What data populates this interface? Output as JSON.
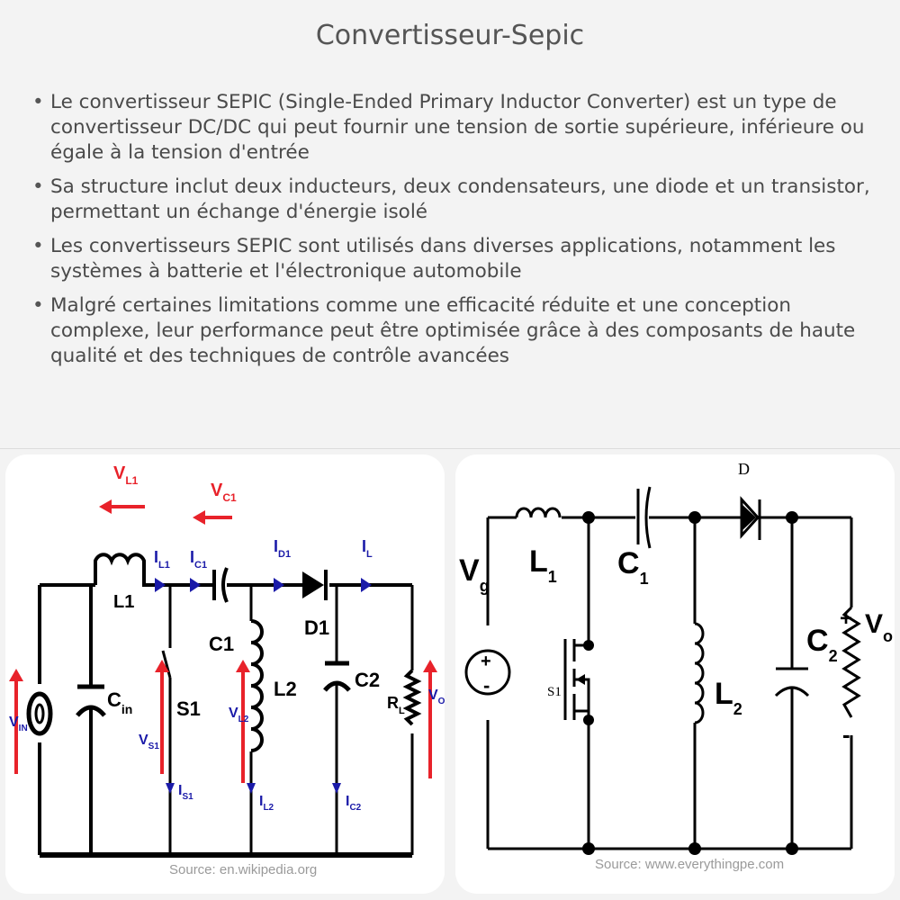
{
  "title": "Convertisseur-Sepic",
  "bullets": [
    "Le convertisseur SEPIC (Single-Ended Primary Inductor Converter) est un type de convertisseur DC/DC qui peut fournir une tension de sortie supérieure, inférieure ou égale à la tension d'entrée",
    "Sa structure inclut deux inducteurs, deux condensateurs, une diode et un transistor, permettant un échange d'énergie isolé",
    "Les convertisseurs SEPIC sont utilisés dans diverses applications, notamment les systèmes à batterie et l'électronique automobile",
    "Malgré certaines limitations comme une efficacité réduite et une conception complexe, leur performance peut être optimisée grâce à des composants de haute qualité et des techniques de contrôle avancées"
  ],
  "left_diagram": {
    "source": "Source: en.wikipedia.org",
    "labels": {
      "vl1": "V",
      "vl1_sub": "L1",
      "vc1": "V",
      "vc1_sub": "C1",
      "l1": "L1",
      "il1": "I",
      "il1_sub": "L1",
      "ic1": "I",
      "ic1_sub": "C1",
      "id1": "I",
      "id1_sub": "D1",
      "il": "I",
      "il_sub": "L",
      "c1": "C1",
      "d1": "D1",
      "l2": "L2",
      "c2": "C2",
      "s1": "S1",
      "cin": "C",
      "cin_sub": "in",
      "vin": "V",
      "vin_sub": "IN",
      "vs1": "V",
      "vs1_sub": "S1",
      "vl2": "V",
      "vl2_sub": "L2",
      "rl": "R",
      "rl_sub": "L",
      "vo": "V",
      "vo_sub": "O",
      "is1": "I",
      "is1_sub": "S1",
      "il2": "I",
      "il2_sub": "L2",
      "ic2": "I",
      "ic2_sub": "C2"
    },
    "colors": {
      "red": "#e8222a",
      "blue": "#1a1aa8",
      "black": "#000000"
    }
  },
  "right_diagram": {
    "source": "Source: www.everythingpe.com",
    "labels": {
      "vg": "V",
      "vg_sub": "g",
      "l1": "L",
      "l1_sub": "1",
      "c1": "C",
      "c1_sub": "1",
      "d": "D",
      "s1": "S1",
      "l2": "L",
      "l2_sub": "2",
      "c2": "C",
      "c2_sub": "2",
      "vo": "V",
      "vo_sub": "o",
      "plus": "+",
      "minus": "-"
    }
  }
}
